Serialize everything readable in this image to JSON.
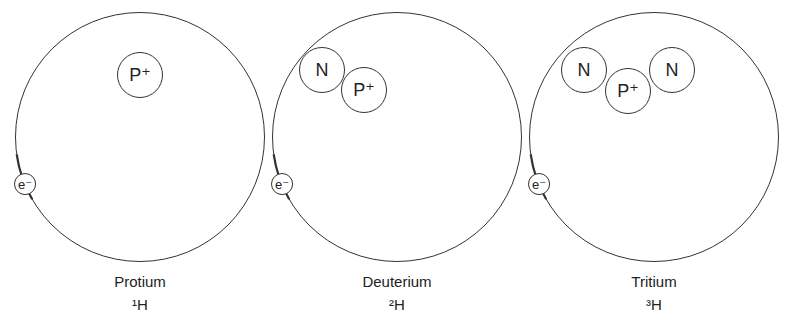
{
  "diagram": {
    "nodes": [
      {
        "text": [
          "Protium",
          "¹H"
        ]
      },
      {
        "text": [
          "P⁺"
        ],
        "in": 0
      },
      {
        "text": [
          "e⁻"
        ],
        "in": 0
      },
      {
        "text": [
          "Deuterium",
          "²H"
        ]
      },
      {
        "text": [
          "N"
        ],
        "in": 3
      },
      {
        "text": [
          "P⁺"
        ],
        "in": 3
      },
      {
        "text": [
          "e⁻"
        ],
        "in": 3
      },
      {
        "text": [
          "Tritium",
          "³H"
        ]
      },
      {
        "text": [
          "N"
        ],
        "in": 7
      },
      {
        "text": [
          "P⁺"
        ],
        "in": 7
      },
      {
        "text": [
          "N"
        ],
        "in": 7
      },
      {
        "text": [
          "e⁻"
        ],
        "in": 7
      }
    ]
  }
}
